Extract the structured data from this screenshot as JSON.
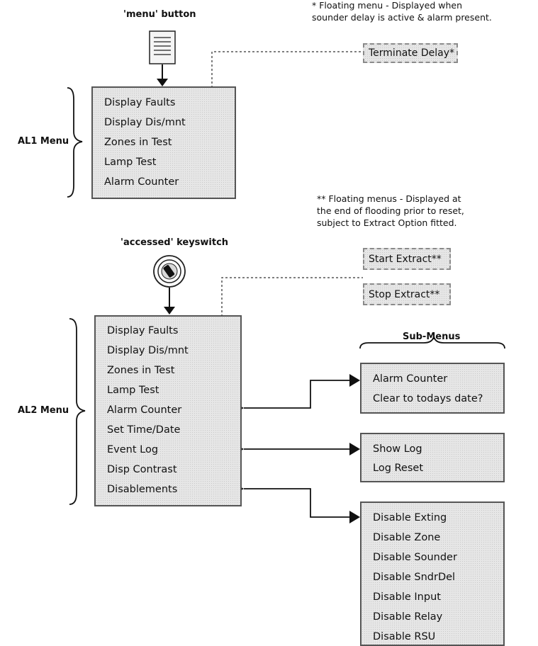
{
  "top_note": {
    "menu_button_label": "'menu' button",
    "floating_line1": "* Floating menu - Displayed when",
    "floating_line2": "sounder delay is active & alarm present."
  },
  "terminate": {
    "label": "Terminate Delay*"
  },
  "al1": {
    "label": "AL1 Menu",
    "items": [
      "Display Faults",
      "Display Dis/mnt",
      "Zones in Test",
      "Lamp Test",
      "Alarm Counter"
    ]
  },
  "extract_note": {
    "line1": "** Floating menus - Displayed at",
    "line2": "the end of flooding prior to reset,",
    "line3": "subject to Extract Option fitted."
  },
  "keyswitch": {
    "label": "'accessed' keyswitch"
  },
  "extract": {
    "start": "Start Extract**",
    "stop": "Stop Extract**"
  },
  "al2": {
    "label": "AL2 Menu",
    "items": [
      "Display Faults",
      "Display Dis/mnt",
      "Zones in Test",
      "Lamp Test",
      "Alarm Counter",
      "Set Time/Date",
      "Event Log",
      "Disp Contrast",
      "Disablements"
    ]
  },
  "submenus": {
    "title": "Sub-Menus",
    "alarm_counter": [
      "Alarm Counter",
      "Clear to todays date?"
    ],
    "event_log": [
      "Show Log",
      "Log Reset"
    ],
    "disablements": [
      "Disable Exting",
      "Disable Zone",
      "Disable Sounder",
      "Disable SndrDel",
      "Disable Input",
      "Disable Relay",
      "Disable RSU"
    ]
  }
}
